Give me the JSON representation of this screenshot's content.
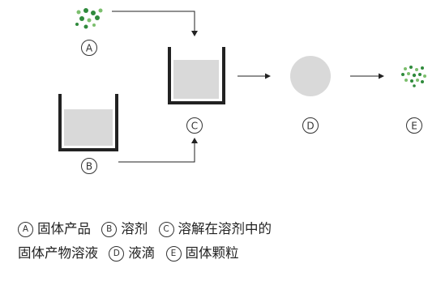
{
  "colors": {
    "stroke": "#222222",
    "liquid": "#d9d9d9",
    "particle_dark": "#2f8a3c",
    "particle_light": "#7cbf6e",
    "circle_outline": "#333333"
  },
  "nodes": {
    "a": "A",
    "b": "B",
    "c": "C",
    "d": "D",
    "e": "E"
  },
  "legend": {
    "line1": [
      {
        "marker": "A",
        "text": "固体产品"
      },
      {
        "marker": "B",
        "text": "溶剂"
      },
      {
        "marker": "C",
        "text": "溶解在溶剂中的"
      }
    ],
    "line2_prefix": "固体产物溶液",
    "line2": [
      {
        "marker": "D",
        "text": "液滴"
      },
      {
        "marker": "E",
        "text": "固体颗粒"
      }
    ]
  }
}
